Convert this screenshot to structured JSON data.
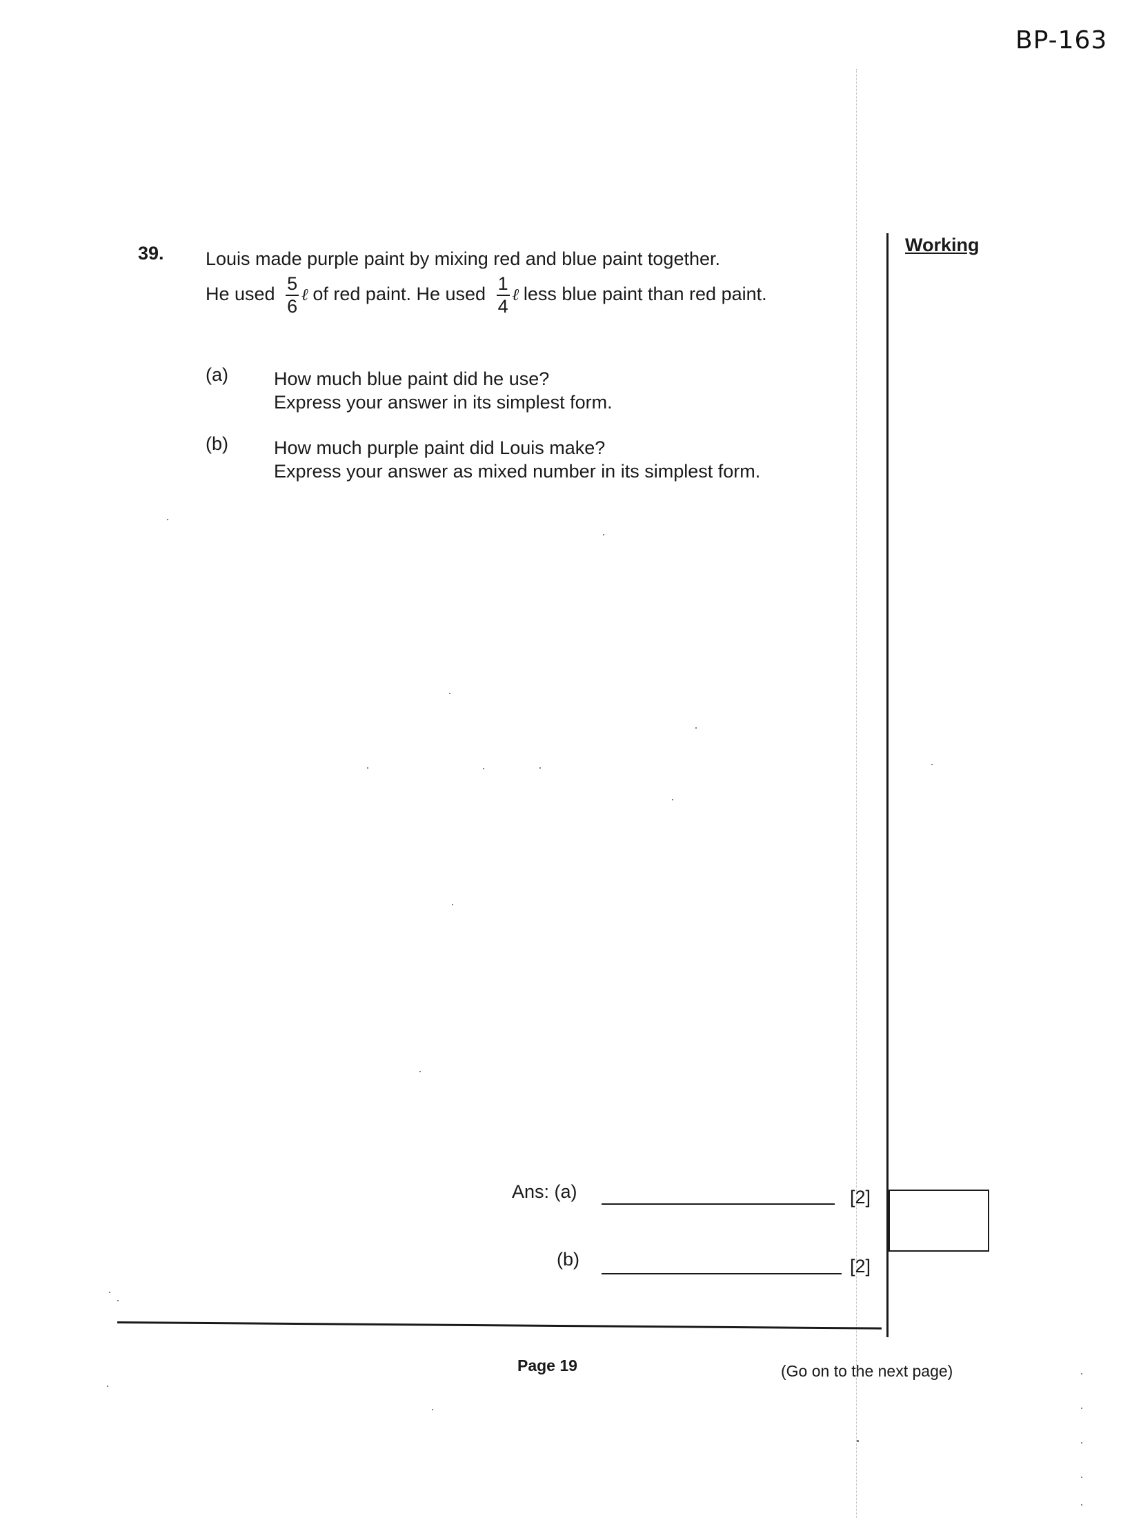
{
  "header": {
    "doc_code": "BP-163"
  },
  "question": {
    "number": "39.",
    "line1": "Louis made purple paint by mixing red and blue paint together.",
    "line2": {
      "part1": "He used",
      "frac1_num": "5",
      "frac1_den": "6",
      "unit1": "ℓ",
      "part2": "of red paint. He used",
      "frac2_num": "1",
      "frac2_den": "4",
      "unit2": "ℓ",
      "part3": "less blue paint than red paint."
    },
    "parts": [
      {
        "label": "(a)",
        "line1": "How much blue paint did he use?",
        "line2": "Express your answer in its simplest form."
      },
      {
        "label": "(b)",
        "line1": "How much purple paint did Louis make?",
        "line2": "Express your answer as mixed number in its simplest form."
      }
    ]
  },
  "working_label": "Working",
  "answers": {
    "a_label": "Ans: (a)",
    "b_label": "(b)",
    "a_marks": "[2]",
    "b_marks": "[2]"
  },
  "footer": {
    "page": "Page 19",
    "continue": "(Go on to the next page)"
  }
}
